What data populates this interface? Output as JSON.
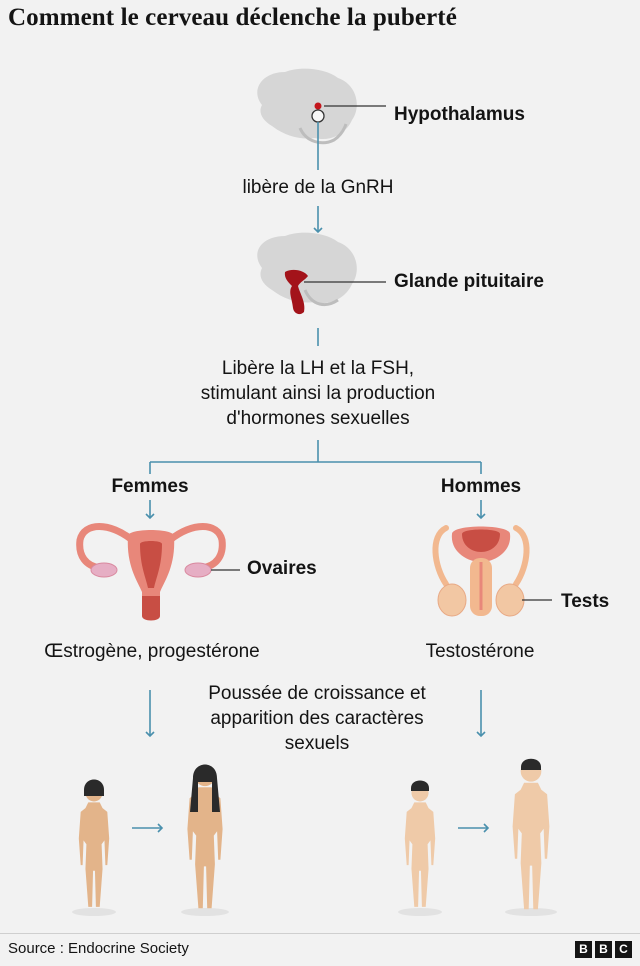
{
  "title": "Comment le cerveau déclenche la puberté",
  "labels": {
    "hypothalamus": "Hypothalamus",
    "gnrh": "libère de la GnRH",
    "pituitary": "Glande pituitaire",
    "lh_fsh": [
      "Libère la LH et la FSH,",
      "stimulant ainsi la production",
      "d'hormones sexuelles"
    ],
    "femmes": "Femmes",
    "hommes": "Hommes",
    "ovaires": "Ovaires",
    "tests": "Tests",
    "female_hormones": "Œstrogène, progestérone",
    "male_hormones": "Testostérone",
    "growth": [
      "Poussée de croissance et",
      "apparition des caractères",
      "sexuels"
    ]
  },
  "footer": {
    "source": "Source : Endocrine Society",
    "logo_letters": [
      "B",
      "B",
      "C"
    ]
  },
  "colors": {
    "arrow": "#4a90ad",
    "brain": "#d6d6d6",
    "hypothalamus": "#c4161c",
    "pituitary": "#a3131a",
    "organ_pink": "#e8877a",
    "organ_red": "#c84e44",
    "skin": "#e3b48a"
  }
}
